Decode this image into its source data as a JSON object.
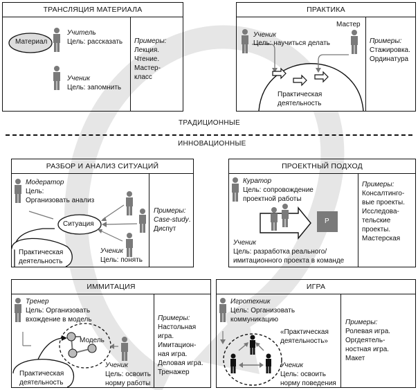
{
  "divider": {
    "traditional": "ТРАДИЦИОННЫЕ",
    "innovative": "ИННОВАЦИОННЫЕ"
  },
  "box1": {
    "title": "ТРАНСЛЯЦИЯ МАТЕРИАЛА",
    "material": "Материал",
    "teacher_role": "Учитель",
    "teacher_goal": "Цель: рассказать",
    "student_role": "Ученик",
    "student_goal": "Цель: запомнить",
    "examples_label": "Примеры:",
    "examples": [
      "Лекция.",
      "Чтение.",
      "Мастер-",
      "класс"
    ]
  },
  "box2": {
    "title": "ПРАКТИКА",
    "student_role": "Ученик",
    "student_goal": "Цель: научиться делать",
    "master": "Мастер",
    "activity": [
      "Практическая",
      "деятельность"
    ],
    "examples_label": "Примеры:",
    "examples": [
      "Стажировка.",
      "Ординатура"
    ]
  },
  "box3": {
    "title": "РАЗБОР И АНАЛИЗ СИТУАЦИЙ",
    "moderator_role": "Модератор",
    "moderator_goal": [
      "Цель:",
      "Организовать анализ"
    ],
    "situation": "Ситуация",
    "activity": [
      "Практическая",
      "деятельность"
    ],
    "student_role": "Ученик",
    "student_goal": "Цель: понять",
    "examples_label": "Примеры:",
    "examples_italic": "Case-study",
    "examples": [
      ".",
      "Диспут"
    ]
  },
  "box4": {
    "title": "ПРОЕКТНЫЙ ПОДХОД",
    "curator_role": "Куратор",
    "curator_goal": [
      "Цель: сопровождение",
      "проектной работы"
    ],
    "product": "P",
    "student_role": "Ученик",
    "student_goal": [
      "Цель: разработка реального/",
      "имитационного проекта в команде"
    ],
    "examples_label": "Примеры:",
    "examples": [
      "Консалтинго-",
      "вые проекты.",
      "Исследова-",
      "тельские",
      "проекты.",
      "Мастерская"
    ]
  },
  "box5": {
    "title": "ИММИТАЦИЯ",
    "trainer_role": "Тренер",
    "trainer_goal": [
      "Цель: Организовать",
      "вхождение в модель"
    ],
    "model": "Модель",
    "activity": [
      "Практическая",
      "деятельность"
    ],
    "student_role": "Ученик",
    "student_goal": [
      "Цель: освоить",
      "норму работы"
    ],
    "examples_label": "Примеры:",
    "examples": [
      "Настольная",
      "игра.",
      "Имитацион-",
      "ная игра.",
      "Деловая игра.",
      "Тренажер"
    ]
  },
  "box6": {
    "title": "ИГРА",
    "gamer_role": "Игротехник",
    "gamer_goal": [
      "Цель: Организовать",
      "коммуникацию"
    ],
    "activity": [
      "«Практическая",
      "деятельность»"
    ],
    "student_role": "Ученик",
    "student_goal": [
      "Цель: освоить",
      "норму поведения"
    ],
    "examples_label": "Примеры:",
    "examples": [
      "Ролевая игра.",
      "Оргдеятель-",
      "ностная игра.",
      "Макет"
    ]
  },
  "colors": {
    "line": "#111111",
    "figure": "#7a7a7a",
    "arrow_bg": "#e6e6e6",
    "dark_figure": "#111111"
  }
}
